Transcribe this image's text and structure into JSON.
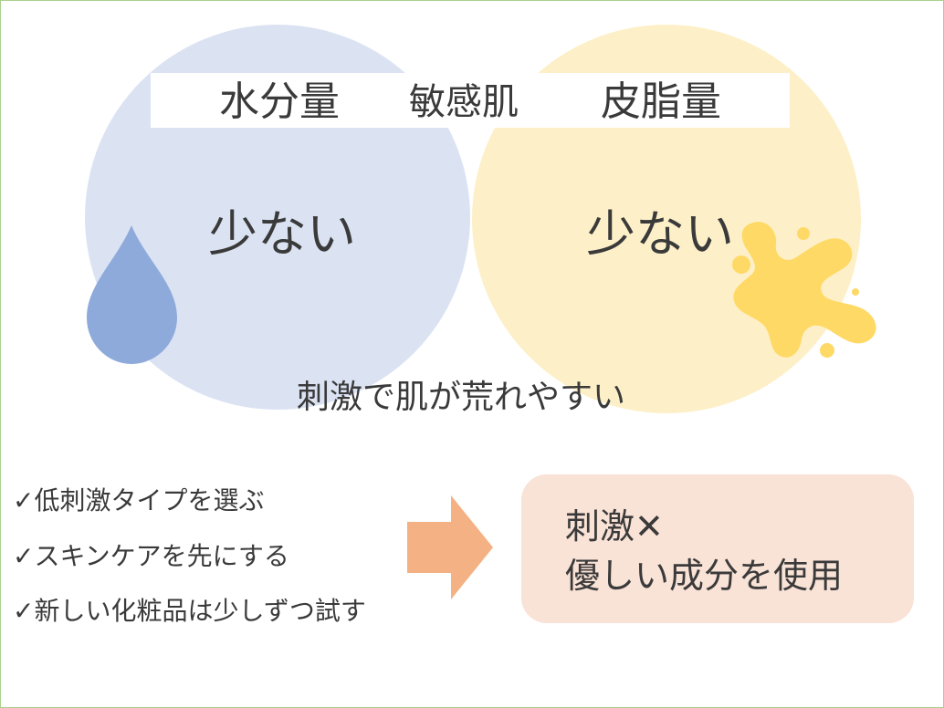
{
  "header": {
    "water_label": "水分量",
    "center_label": "敏感肌",
    "oil_label": "皮脂量"
  },
  "water_circle": {
    "status": "少ない",
    "color": "#dbe3f3",
    "icon": "water-drop-icon"
  },
  "oil_circle": {
    "status": "少ない",
    "color": "#fdf0c8",
    "icon": "oil-splash-icon"
  },
  "result_text": "刺激で肌が荒れやすい",
  "tips": [
    {
      "check": "✓",
      "text": "低刺激タイプを選ぶ"
    },
    {
      "check": "✓",
      "text": "スキンケアを先にする"
    },
    {
      "check": "✓",
      "text": "新しい化粧品は少しずつ試す"
    }
  ],
  "arrow": {
    "icon": "right-arrow-icon",
    "color": "#f4b183"
  },
  "conclusion": {
    "line1": "刺激",
    "mark": "✕",
    "line2": "優しい成分を使用",
    "color": "#f9e2d6"
  }
}
